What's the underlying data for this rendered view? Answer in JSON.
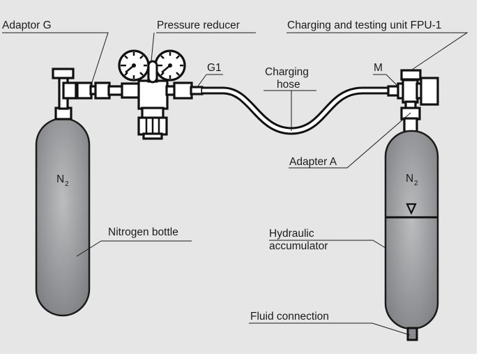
{
  "diagram": {
    "labels": {
      "adaptor_g": "Adaptor G",
      "pressure_reducer": "Pressure reducer",
      "charging_unit": "Charging and testing unit FPU-1",
      "g1": "G1",
      "m": "M",
      "charging_hose_line1": "Charging",
      "charging_hose_line2": "hose",
      "adapter_a": "Adapter A",
      "nitrogen_bottle": "Nitrogen bottle",
      "hydraulic_line1": "Hydraulic",
      "hydraulic_line2": "accumulator",
      "fluid_connection": "Fluid connection",
      "n2_bottle_main": "N",
      "n2_bottle_sub": "2",
      "n2_acc_main": "N",
      "n2_acc_sub": "2"
    },
    "colors": {
      "background": "#e6e6e7",
      "vessel_center": "#b9babc",
      "vessel_edge": "#7d7e81",
      "outline": "#111111"
    }
  }
}
